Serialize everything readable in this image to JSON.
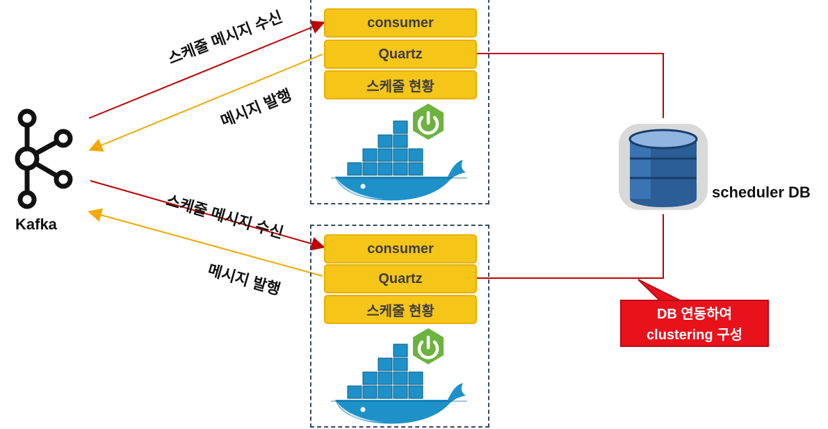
{
  "kafka": {
    "label": "Kafka"
  },
  "nodes": [
    {
      "consumer": "consumer",
      "quartz": "Quartz",
      "status": "스케줄 현황"
    },
    {
      "consumer": "consumer",
      "quartz": "Quartz",
      "status": "스케줄 현황"
    }
  ],
  "arrows": {
    "receive_1": "스케줄 메시지 수신",
    "publish_1": "메시지 발행",
    "receive_2": "스케줄 메시지 수신",
    "publish_2": "메시지 발행"
  },
  "db": {
    "label": "scheduler DB"
  },
  "callout": {
    "line1": "DB 연동하여",
    "line2": "clustering 구성"
  },
  "colors": {
    "receive_arrow": "#c00000",
    "publish_arrow": "#f5a800",
    "box_fill": "#f5c518",
    "callout": "#e8111c",
    "frame": "#2e4a6b",
    "spring": "#6db33f",
    "docker": "#1d91c8"
  }
}
